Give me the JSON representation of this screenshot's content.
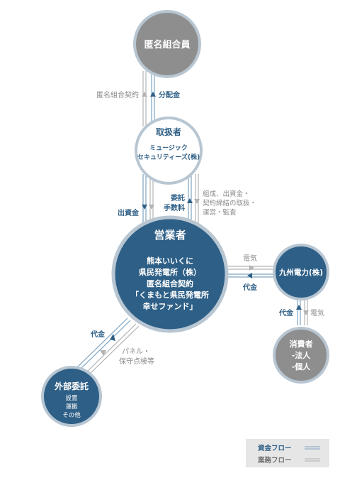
{
  "nodes": {
    "investors": {
      "label": "匿名組合員"
    },
    "handler": {
      "title": "取扱者",
      "line1": "ミュージック",
      "line2": "セキュリティーズ(株)"
    },
    "operator": {
      "title": "営業者",
      "lines": [
        "熊本いいくに",
        "県民発電所（株）",
        "匿名組合契約",
        "「くまもと県民発電所",
        "幸せファンド」"
      ]
    },
    "kyushu": {
      "label": "九州電力(株)"
    },
    "consumers": {
      "line1": "消費者",
      "line2": "-法人",
      "line3": "-個人"
    },
    "outsource": {
      "title": "外部委託",
      "line1": "設置",
      "line2": "運搬",
      "line3": "その他"
    }
  },
  "flows": {
    "anon_contract": "匿名組合契約",
    "dividend": "分配金",
    "investment": "出資金",
    "commission_1": "委託",
    "commission_2": "手数料",
    "duties_1": "組成、出資金・",
    "duties_2": "契約締結の取扱・",
    "duties_3": "運営・監査",
    "elec_top": "電気",
    "payment_top": "代金",
    "payment_right": "代金",
    "elec_right": "電気",
    "payment_left": "代金",
    "panel_1": "パネル・",
    "panel_2": "保守点検等"
  },
  "legend": {
    "money": "資金フロー",
    "business": "業務フロー"
  },
  "colors": {
    "gray_circle": "#8e8e8e",
    "navy": "#2e5f86",
    "ring": "#b8c6d2",
    "money_line": "#7da3c1",
    "business_line": "#b3b3b3",
    "label_blue": "#2e5f86",
    "label_gray": "#8a8a8a"
  }
}
